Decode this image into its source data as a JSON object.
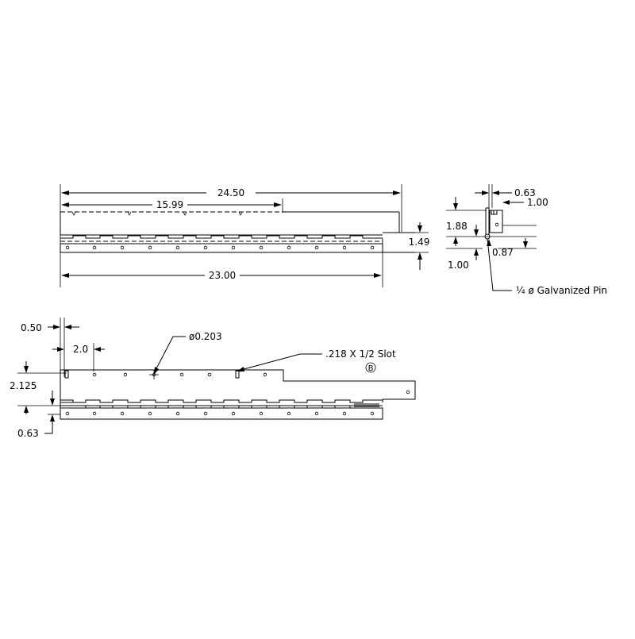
{
  "dimensions": {
    "overall_length": "24.50",
    "leaf_length": "15.99",
    "hinge_length": "23.00",
    "end_height": "1.49",
    "side_1_88": "1.88",
    "side_1_00_left": "1.00",
    "side_0_63_top": "0.63",
    "side_1_00_right": "1.00",
    "side_0_87": "0.87",
    "pin_note": "¼ ø Galvanized Pin",
    "hole_offset": "0.50",
    "hole_pitch": "2.0",
    "hole_diameter": "ø0.203",
    "slot_note": ".218 X 1/2 Slot",
    "slot_mark": "B",
    "leaf_width": "2.125",
    "edge_offset": "0.63"
  }
}
